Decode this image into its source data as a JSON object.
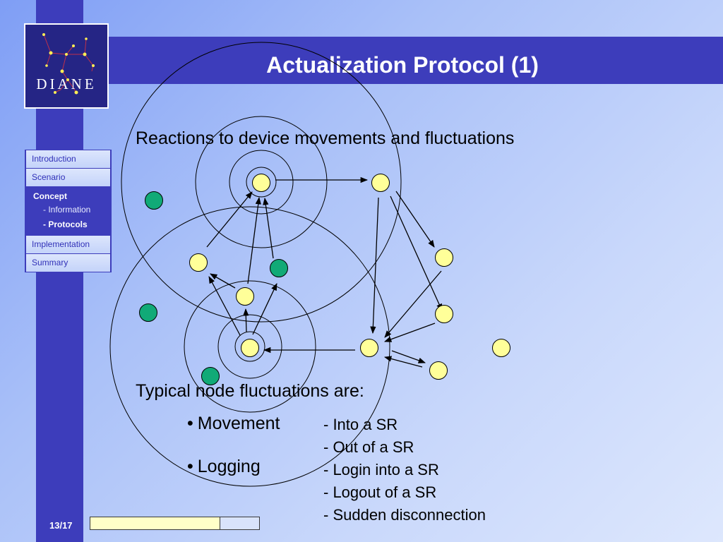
{
  "title": "Actualization Protocol (1)",
  "logo": {
    "text": "DIANE"
  },
  "nav": {
    "items": [
      {
        "label": "Introduction"
      },
      {
        "label": "Scenario"
      }
    ],
    "active": {
      "label": "Concept",
      "subs": [
        {
          "label": "- Information"
        },
        {
          "label": "- Protocols"
        }
      ]
    },
    "items_after": [
      {
        "label": "Implementation"
      },
      {
        "label": "Summary"
      }
    ]
  },
  "heading": "Reactions to device movements and fluctuations",
  "fluctuations": {
    "heading": "Typical node fluctuations are:",
    "bullets": [
      {
        "label": "Movement"
      },
      {
        "label": "Logging"
      }
    ],
    "sub_items": [
      "- Into a SR",
      "- Out of a SR",
      "- Login into a SR",
      "- Logout of a SR",
      "- Sudden disconnection"
    ]
  },
  "footer": {
    "page": "13/17",
    "progress": 0.765
  },
  "colors": {
    "node_yellow": "#ffff99",
    "node_green": "#11aa77",
    "accent": "#3d3dbb"
  }
}
